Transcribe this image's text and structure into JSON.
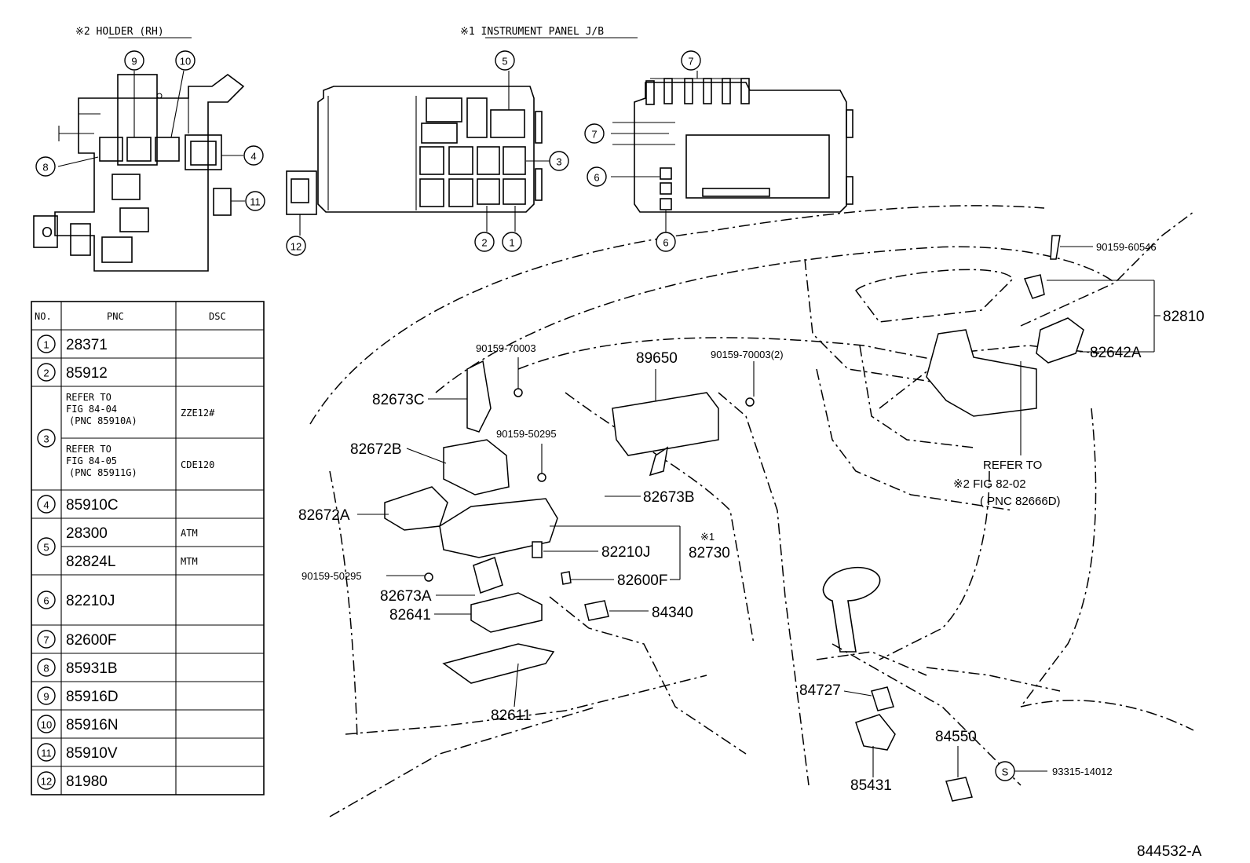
{
  "headers": {
    "holder": "※2 HOLDER (RH)",
    "instrument_panel_jb": "※1 INSTRUMENT PANEL J/B"
  },
  "table": {
    "columns": [
      "NO.",
      "PNC",
      "DSC"
    ],
    "rows": [
      {
        "no": "1",
        "pnc": "28371",
        "dsc": ""
      },
      {
        "no": "2",
        "pnc": "85912",
        "dsc": ""
      },
      {
        "no": "3",
        "pnc": "REFER TO|FIG 84-04|(PNC 85910A)",
        "dsc": "ZZE12#"
      },
      {
        "no": "",
        "pnc": "REFER TO|FIG 84-05|(PNC 85911G)",
        "dsc": "CDE120"
      },
      {
        "no": "4",
        "pnc": "85910C",
        "dsc": ""
      },
      {
        "no": "5",
        "pnc": "28300",
        "dsc": "ATM"
      },
      {
        "no": "",
        "pnc": "82824L",
        "dsc": "MTM"
      },
      {
        "no": "6",
        "pnc": "82210J",
        "dsc": ""
      },
      {
        "no": "7",
        "pnc": "82600F",
        "dsc": ""
      },
      {
        "no": "8",
        "pnc": "85931B",
        "dsc": ""
      },
      {
        "no": "9",
        "pnc": "85916D",
        "dsc": ""
      },
      {
        "no": "10",
        "pnc": "85916N",
        "dsc": ""
      },
      {
        "no": "11",
        "pnc": "85910V",
        "dsc": ""
      },
      {
        "no": "12",
        "pnc": "81980",
        "dsc": ""
      }
    ]
  },
  "callouts": {
    "c1": "1",
    "c2": "2",
    "c3": "3",
    "c4": "4",
    "c5": "5",
    "c6": "6",
    "c7": "7",
    "c8": "8",
    "c9": "9",
    "c10": "10",
    "c11": "11",
    "c12": "12",
    "s": "S"
  },
  "part_labels": {
    "p90159_60546": "90159-60546",
    "p82810": "82810",
    "p82642A": "82642A",
    "p90159_70003": "90159-70003",
    "p89650": "89650",
    "p90159_70003_2": "90159-70003(2)",
    "p82673C": "82673C",
    "p90159_50295_a": "90159-50295",
    "p82672B": "82672B",
    "p82673B": "82673B",
    "p82672A": "82672A",
    "p82210J": "82210J",
    "p82730": "82730",
    "p82730_mark": "※1",
    "p90159_50295_b": "90159-50295",
    "p82600F": "82600F",
    "p82673A": "82673A",
    "p82641": "82641",
    "p84340": "84340",
    "p82611": "82611",
    "p84727": "84727",
    "p84550": "84550",
    "p85431": "85431",
    "p93315_14012": "93315-14012",
    "refer_1": "REFER TO",
    "refer_2": "※2 FIG 82-02",
    "refer_3": "( PNC 82666D)",
    "figure_id": "844532-A"
  }
}
